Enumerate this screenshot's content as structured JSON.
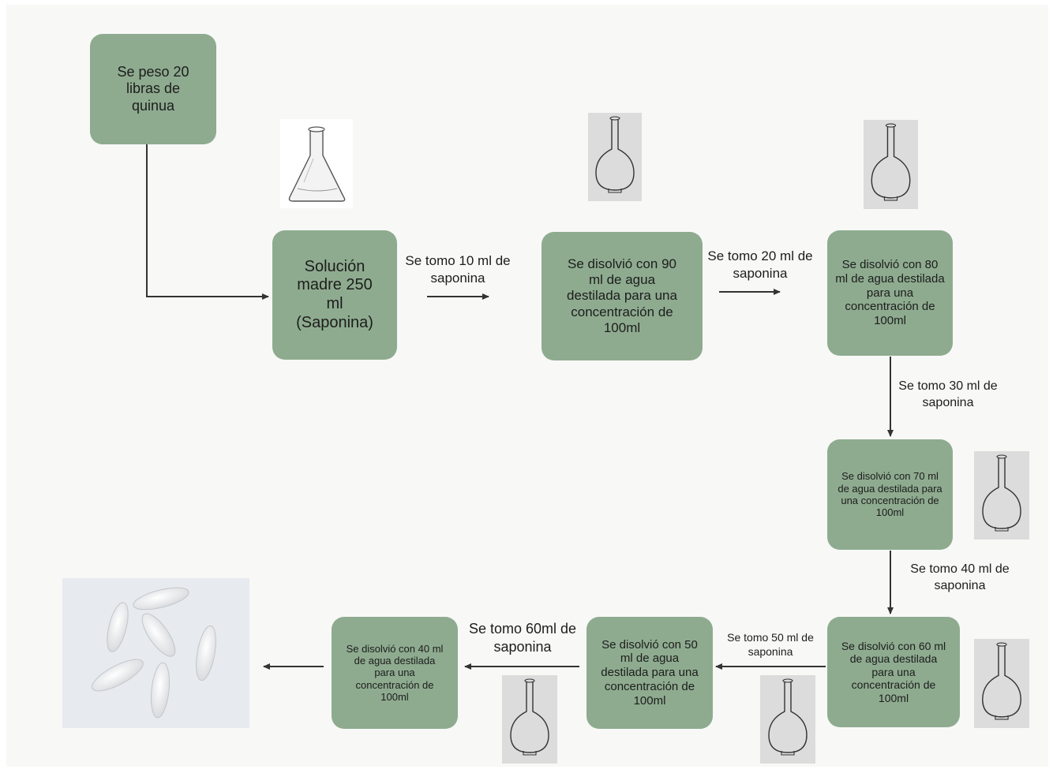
{
  "diagram": {
    "colors": {
      "box_fill": "#8eab8f",
      "arrow": "#333333",
      "background": "#f8f8f7"
    },
    "nodes": {
      "start": "Se peso 20 libras de quinua",
      "mother": "Solución madre 250 ml (Saponina)",
      "step90": "Se disolvió con 90 ml de agua destilada para una concentración de 100ml",
      "step80": "Se disolvió con 80 ml de agua destilada para una concentración de 100ml",
      "step70": "Se disolvió con 70 ml de agua destilada para una concentración de 100ml",
      "step60": "Se disolvió con 60 ml de agua destilada para una concentración de 100ml",
      "step50": "Se disolvió con 50 ml de agua destilada para una concentración de 100ml",
      "step40": "Se disolvió con 40 ml de agua destilada para una concentración de 100ml"
    },
    "edge_labels": {
      "take10": "Se tomo 10 ml de saponina",
      "take20": "Se tomo 20 ml de saponina",
      "take30": "Se tomo 30 ml de saponina",
      "take40": "Se tomo 40 ml de saponina",
      "take50": "Se tomo 50 ml de saponina",
      "take60": "Se tomo 60ml de saponina"
    },
    "images": {
      "erlenmeyer": "erlenmeyer-flask-icon",
      "volumetric": "volumetric-flask-icon",
      "larvae": "larvae-photo"
    }
  }
}
